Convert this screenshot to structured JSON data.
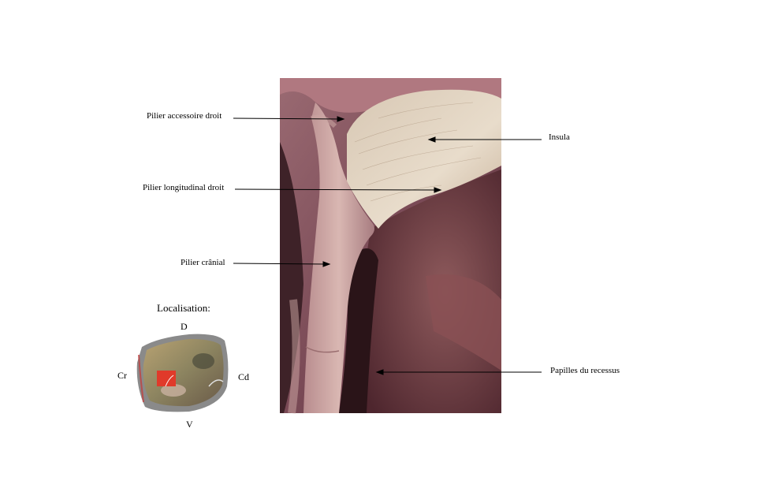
{
  "labels": {
    "pilier_accessoire_droit": "Pilier accessoire droit",
    "pilier_longitudinal_droit": "Pilier longitudinal droit",
    "pilier_cranial": "Pilier crânial",
    "insula": "Insula",
    "papilles_du_recessus": "Papilles du recessus"
  },
  "localisation": {
    "title": "Localisation:",
    "dorsal": "D",
    "ventral": "V",
    "cranial": "Cr",
    "caudal": "Cd"
  }
}
